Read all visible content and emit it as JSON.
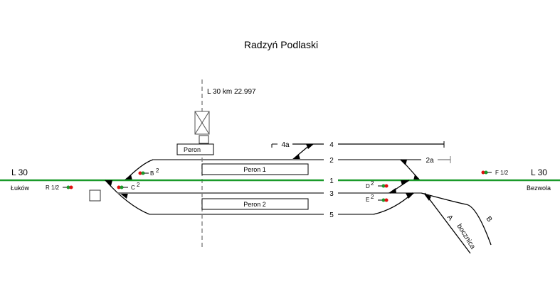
{
  "title": "Radzyń Podlaski",
  "km_marker": "L 30  km  22.997",
  "colors": {
    "main_line": "#1a9a2a",
    "track": "#777777",
    "track_dark": "#000000",
    "signal_red": "#e01010",
    "signal_green": "#1a9a2a"
  },
  "line_left": {
    "line": "L 30",
    "direction": "Łuków"
  },
  "line_right": {
    "line": "L 30",
    "direction": "Bezwola"
  },
  "tracks": {
    "t1": "1",
    "t2": "2",
    "t3": "3",
    "t4": "4",
    "t5": "5",
    "t4a": "4a",
    "t2a": "2a"
  },
  "platforms": {
    "peron_building": "Peron",
    "peron1": "Peron 1",
    "peron2": "Peron 2"
  },
  "signals": {
    "R": {
      "name": "R 1/2",
      "aspects": [
        "green",
        "red"
      ]
    },
    "B": {
      "name": "B",
      "sup": "2",
      "aspects": [
        "red",
        "green"
      ]
    },
    "C": {
      "name": "C",
      "sup": "2",
      "aspects": [
        "red",
        "green"
      ]
    },
    "D": {
      "name": "D",
      "sup": "2",
      "aspects": [
        "green",
        "red"
      ]
    },
    "E": {
      "name": "E",
      "sup": "2",
      "aspects": [
        "green",
        "red"
      ]
    },
    "F": {
      "name": "F 1/2",
      "aspects": [
        "red",
        "green"
      ]
    }
  },
  "sidings": {
    "A": "A",
    "B": "B",
    "name": "bocznica"
  }
}
